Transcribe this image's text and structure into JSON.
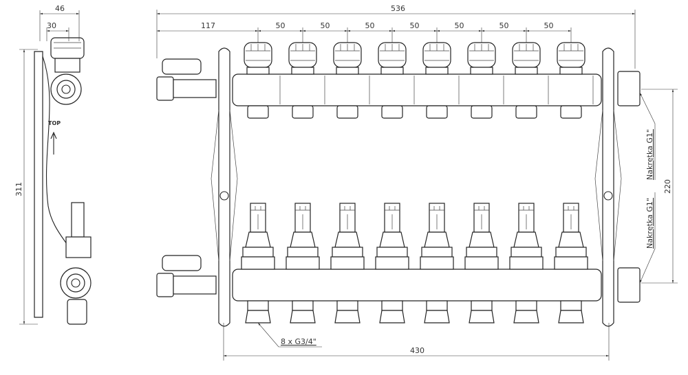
{
  "dimensions": {
    "overall_width": "536",
    "first_outlet_offset": "117",
    "outlet_spacing": [
      "50",
      "50",
      "50",
      "50",
      "50",
      "50",
      "50"
    ],
    "side_depth": "46",
    "side_offset": "30",
    "overall_height": "311",
    "bracket_spacing": "430",
    "bar_spacing": "220"
  },
  "labels": {
    "nut_top": "Nakrętka G1\"",
    "nut_bottom": "Nakrętka G1\"",
    "outlets": "8 x G3/4\"",
    "top_marking": "TOP"
  },
  "outlet_count": 8
}
